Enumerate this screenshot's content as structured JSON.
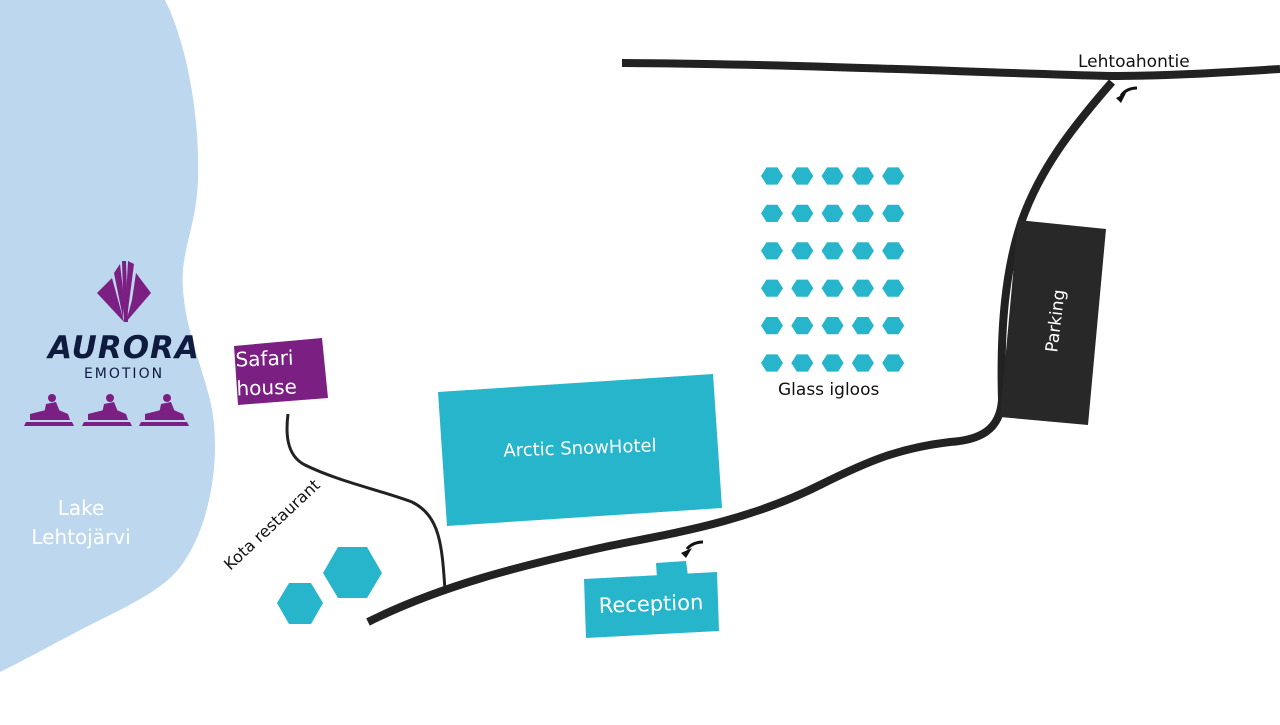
{
  "map": {
    "lake": {
      "name": "Lake Lehtojärvi",
      "color": "#bdd7ee"
    },
    "road": {
      "name": "Lehtoahontie",
      "color": "#222222"
    },
    "places": {
      "safari_house": "Safari house",
      "arctic_snowhotel": "Arctic SnowHotel",
      "glass_igloos": "Glass igloos",
      "parking": "Parking",
      "reception": "Reception",
      "kota_restaurant": "Kota restaurant"
    },
    "igloo_grid": {
      "rows": 6,
      "columns": 5
    },
    "colors": {
      "building": "#26b5cb",
      "safari_house": "#7b1f82",
      "parking": "#282828",
      "logo_purple": "#7b1f82",
      "logo_navy": "#0e1b3f"
    },
    "icons": [
      "snowmobile-icon",
      "snowmobile-icon",
      "snowmobile-icon",
      "arrow-icon",
      "arrow-icon"
    ]
  },
  "logo": {
    "brand": "AURORA",
    "sub": "EMOTION"
  }
}
